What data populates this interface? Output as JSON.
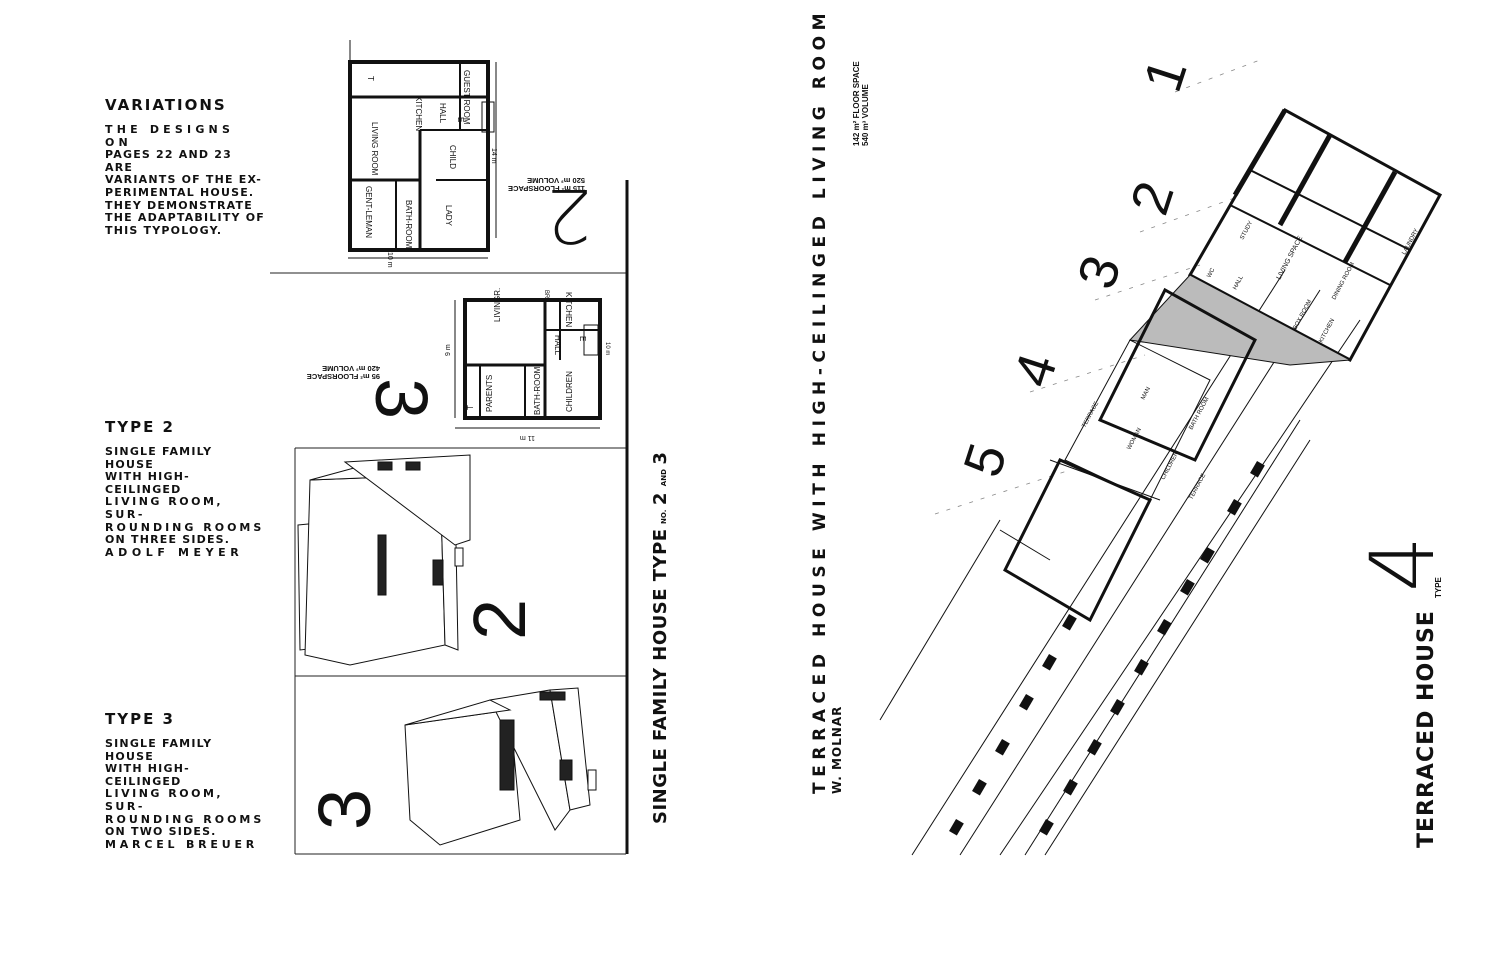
{
  "left_page": {
    "variations": {
      "heading": "VARIATIONS",
      "lines": [
        "THE DESIGNS ON",
        "PAGES 22 AND 23 ARE",
        "VARIANTS OF THE EX-",
        "PERIMENTAL HOUSE.",
        "THEY DEMONSTRATE",
        "THE ADAPTABILITY OF",
        "THIS TYPOLOGY."
      ]
    },
    "type2": {
      "heading": "TYPE 2",
      "lines": [
        "SINGLE FAMILY HOUSE",
        "WITH HIGH-CEILINGED",
        "LIVING ROOM, SUR-",
        "ROUNDING ROOMS",
        "ON THREE SIDES.",
        "ADOLF MEYER"
      ]
    },
    "type3": {
      "heading": "TYPE 3",
      "lines": [
        "SINGLE FAMILY HOUSE",
        "WITH HIGH-CEILINGED",
        "LIVING ROOM, SUR-",
        "ROUNDING ROOMS",
        "ON TWO SIDES.",
        "MARCEL BREUER"
      ]
    },
    "plan2": {
      "number": "2",
      "floor_space": "115 m² FLOORSPACE",
      "volume": "520 m³ VOLUME",
      "rooms": [
        "KITCHEN",
        "GUEST ROOM",
        "HALL",
        "LIVING ROOM",
        "CHILD",
        "GENT-LEMAN",
        "BATH-ROOM",
        "LADY",
        "E",
        "T"
      ],
      "dim_w": "10 m",
      "dim_h": "14 m"
    },
    "plan3": {
      "number": "3",
      "floor_space": "95 m² FLOORSPACE",
      "volume": "420 m³ VOLUME",
      "rooms": [
        "KITCHEN",
        "HALL",
        "LIVINGR.",
        "PARENTS",
        "BATH-ROOM",
        "CHILDREN",
        "BR",
        "E",
        "T"
      ],
      "dim_w": "11 m",
      "dim_h": "9 m",
      "dim_extra": "10 m"
    },
    "iso_numbers": [
      "2",
      "3"
    ],
    "spine_title": "SINGLE FAMILY HOUSE TYPE",
    "spine_sub": "NO.",
    "spine_nums": "2",
    "spine_and": "AND",
    "spine_three": "3"
  },
  "right_page": {
    "title": "TERRACED HOUSE WITH HIGH-CEILINGED LIVING ROOM",
    "author": "W. MOLNAR",
    "floor_space": "142 m² FLOOR SPACE",
    "volume": "540 m³ VOLUME",
    "sequence": [
      "1",
      "2",
      "3",
      "4",
      "5"
    ],
    "rooms": [
      "STUDY",
      "LIVING SPACE",
      "DINING ROOM",
      "KITCHEN",
      "BOX ROOM",
      "HALL",
      "WC",
      "LAUNDRY",
      "TERRACE",
      "WOMAN",
      "MAN",
      "CHILDREN",
      "BATH ROOM",
      "TERRACE"
    ],
    "big_type_number": "4",
    "type_label": "TYPE",
    "footer_title": "TERRACED HOUSE"
  }
}
